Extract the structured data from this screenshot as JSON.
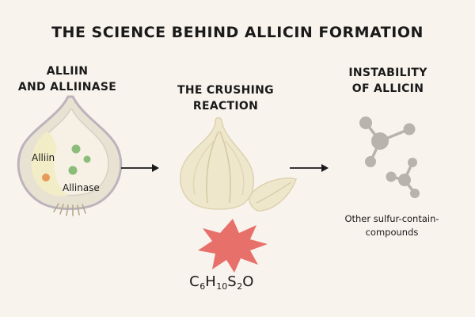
{
  "title": "THE SCIENCE BEHIND ALLICIN FORMATION",
  "steps": [
    {
      "heading_lines": [
        "ALLIIN",
        "AND ALLIINASE"
      ]
    },
    {
      "heading_lines": [
        "THE CRUSHING",
        "REACTION"
      ]
    },
    {
      "heading_lines": [
        "INSTABILITY",
        "OF ALLICIN"
      ]
    }
  ],
  "labels": {
    "alliin": "Alliin",
    "alliinase": "Allinase"
  },
  "formula": {
    "parts": [
      {
        "text": "C"
      },
      {
        "sub": "6"
      },
      {
        "text": "H"
      },
      {
        "sub": "10"
      },
      {
        "text": "S"
      },
      {
        "sub": "2"
      },
      {
        "text": "O"
      }
    ]
  },
  "note_lines": [
    "Other sulfur-contain-",
    "compounds"
  ],
  "colors": {
    "background": "#f8f3ec",
    "garlic_skin": "#e8e2d2",
    "garlic_inner": "#f3edc7",
    "dot_orange": "#e79a5a",
    "dot_green": "#8cbc7a",
    "burst": "#e8706b",
    "molecule": "#b8b3ad"
  }
}
